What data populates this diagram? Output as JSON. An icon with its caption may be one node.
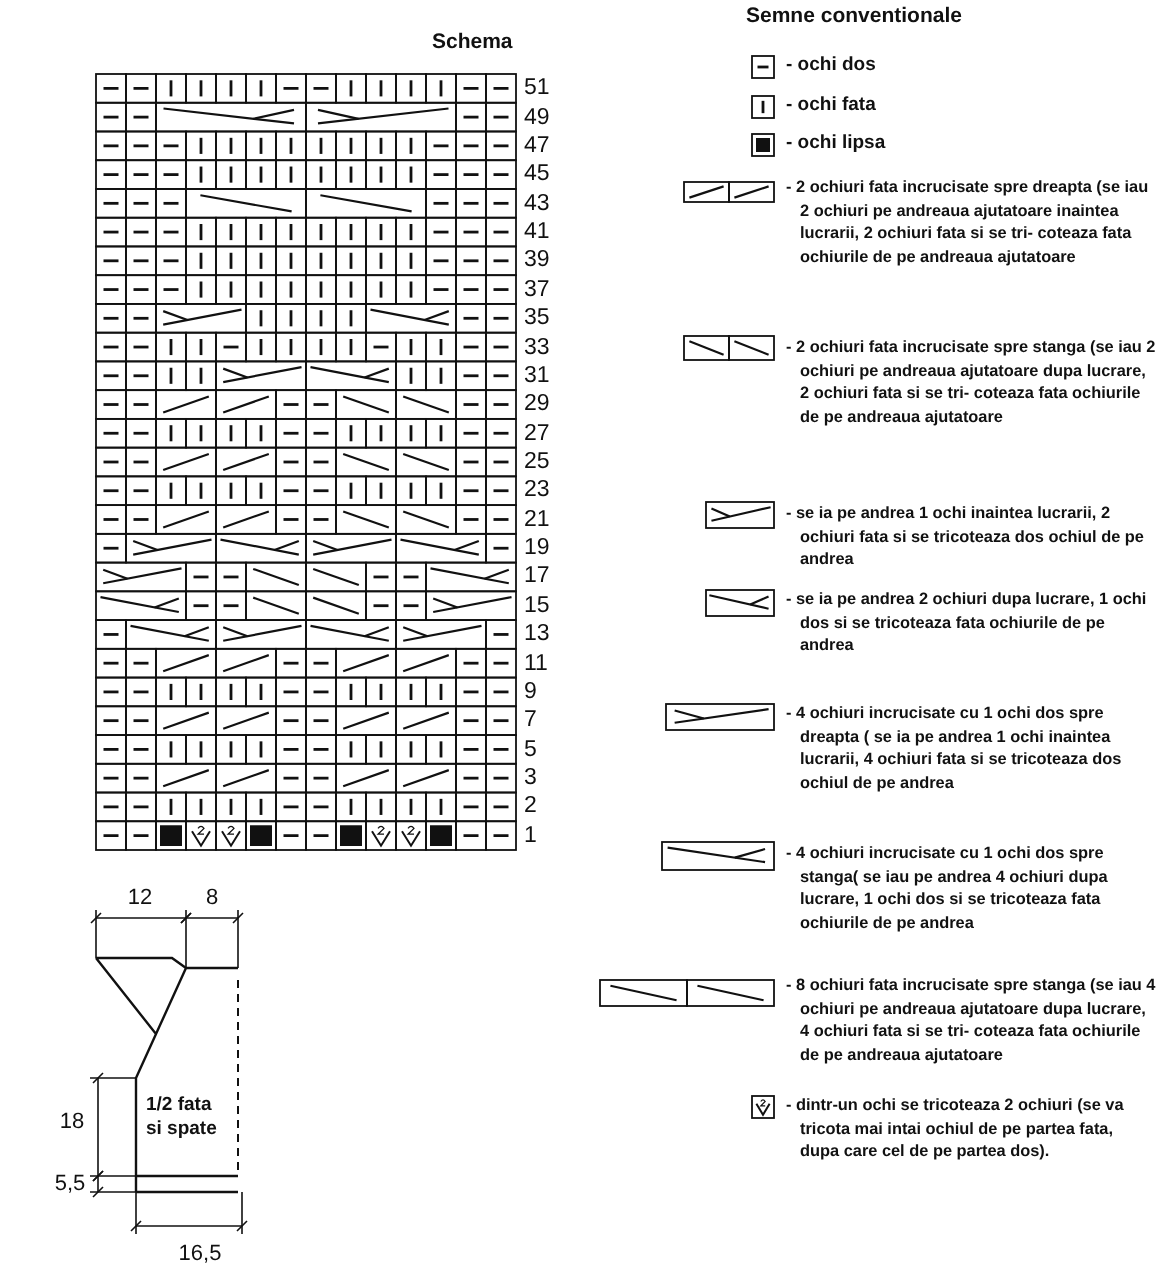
{
  "diagram": {
    "title": "Schema",
    "nodes": [
      {
        "text": [
          "1/2 fata si spate"
        ]
      }
    ],
    "labels": [
      "Semne conventionale",
      "51",
      "49",
      "47",
      "45",
      "43",
      "41",
      "39",
      "37",
      "35",
      "33",
      "31",
      "29",
      "27",
      "25",
      "23",
      "21",
      "19",
      "17",
      "15",
      "13",
      "11",
      "9",
      "7",
      "5",
      "3",
      "2",
      "1",
      "12",
      "8",
      "18",
      "5,5",
      "16,5"
    ],
    "legend": [
      {
        "text": "- ochi dos"
      },
      {
        "text": "- ochi fata"
      },
      {
        "text": "- ochi lipsa"
      },
      {
        "text": "- 2 ochiuri fata incrucisate spre dreapta (se iau 2 ochiuri pe andreaua ajutatoare inaintea lucrarii, 2 ochiuri fata si se tri- coteaza fata ochiurile de pe andreaua ajutatoare"
      },
      {
        "text": "- 2 ochiuri fata incrucisate spre stanga (se iau 2 ochiuri pe andreaua ajutatoare dupa lucrare, 2 ochiuri fata si se tri- coteaza fata ochiurile de pe andreaua ajutatoare"
      },
      {
        "text": "- se ia pe andrea 1 ochi inaintea lucrarii, 2 ochiuri fata si se tricoteaza dos ochiul de pe andrea"
      },
      {
        "text": "- se ia pe andrea 2 ochiuri dupa lucrare, 1 ochi dos si se tricoteaza fata ochiurile de pe andrea"
      },
      {
        "text": "- 4 ochiuri incrucisate cu 1 ochi dos spre dreapta ( se ia pe andrea 1 ochi inaintea lucrarii, 4 ochiuri fata si se tricoteaza dos ochiul de pe andrea"
      },
      {
        "text": "- 4 ochiuri incrucisate cu 1 ochi dos spre stanga( se iau pe andrea 4 ochiuri dupa lucrare, 1 ochi dos si se tricoteaza fata ochiurile de pe andrea"
      },
      {
        "text": "- 8 ochiuri fata incrucisate spre stanga (se iau 4 ochiuri pe andreaua ajutatoare dupa lucrare, 4 ochiuri fata si se tri- coteaza fata ochiurile de pe andreaua ajutatoare"
      },
      {
        "text": "- dintr-un ochi se tricoteaza 2 ochiuri (se va tricota mai intai ochiul de pe partea fata, dupa care cel de pe partea dos)."
      }
    ]
  }
}
